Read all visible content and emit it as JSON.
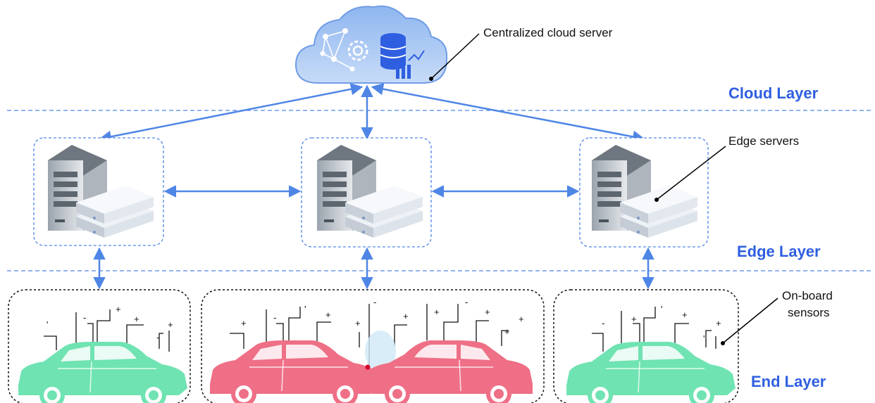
{
  "colors": {
    "accent": "#2f5fe0",
    "connector": "#4f86e6",
    "cloud_light": "#a9c6f1",
    "cloud_dark": "#5f93e3",
    "healthy_car": "#6fe3b2",
    "collided_car": "#ee6f86"
  },
  "labels": {
    "cloud_server": "Centralized cloud server",
    "edge_servers": "Edge servers",
    "sensors_line1": "On-board",
    "sensors_line2": "sensors"
  },
  "layers": {
    "cloud": "Cloud Layer",
    "edge": "Edge Layer",
    "end": "End Layer"
  },
  "icons": {
    "cloud": "cloud-network-icon",
    "server": "edge-server-icon",
    "car": "car-icon"
  }
}
